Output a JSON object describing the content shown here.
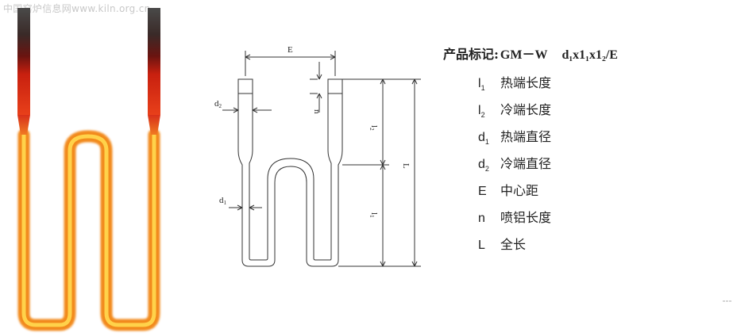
{
  "watermark": "中国窑炉信息网www.kiln.org.cn",
  "diagram": {
    "labels": {
      "E": "E",
      "d2": "d",
      "d2_sub": "2",
      "n": "n",
      "d1": "d",
      "d1_sub": "1",
      "l2": "l",
      "l2_sub": "2",
      "l1": "l",
      "l1_sub": "1",
      "L": "L"
    }
  },
  "legend": {
    "title_prefix": "产品标记:",
    "code": "GM－W",
    "formula": "d₁x1₁x1₂/E",
    "items": [
      {
        "symbol": "l",
        "sub": "1",
        "desc": "热端长度"
      },
      {
        "symbol": "l",
        "sub": "2",
        "desc": "冷端长度"
      },
      {
        "symbol": "d",
        "sub": "1",
        "desc": "热端直径"
      },
      {
        "symbol": "d",
        "sub": "2",
        "desc": "冷端直径"
      },
      {
        "symbol": "E",
        "sub": "",
        "desc": "中心距"
      },
      {
        "symbol": "n",
        "sub": "",
        "desc": "喷铝长度"
      },
      {
        "symbol": "L",
        "sub": "",
        "desc": "全长"
      }
    ]
  },
  "colors": {
    "glow_core": "#ffd24a",
    "glow_edge": "#f28a1e",
    "cold_end": "#3a3a3a",
    "hot_transition": "#c81e12",
    "line": "#333333"
  }
}
